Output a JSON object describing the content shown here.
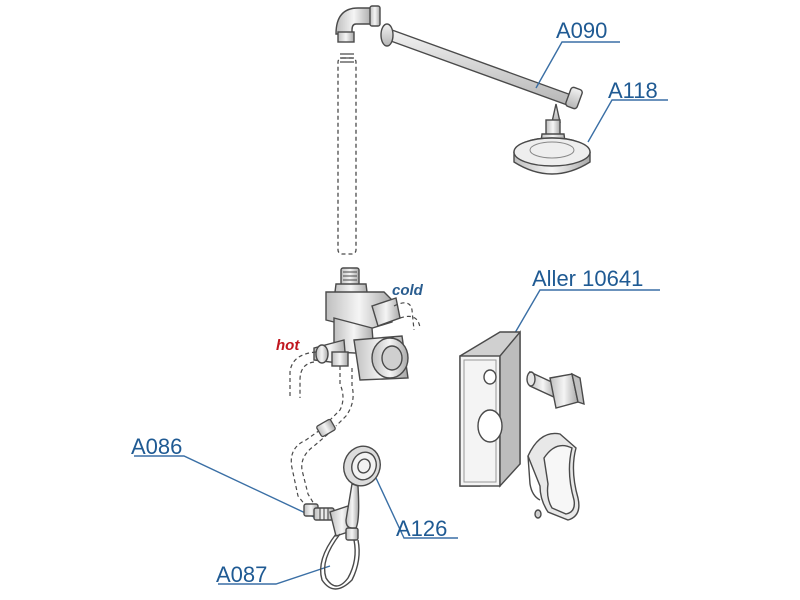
{
  "labels": {
    "a090": "A090",
    "a118": "A118",
    "aller": "Aller 10641",
    "a086": "A086",
    "a126": "A126",
    "a087": "A087",
    "cold": "cold",
    "hot": "hot"
  },
  "colors": {
    "label": "#1f5a93",
    "leader": "#3a6fa5",
    "hot": "#c0161e",
    "cold": "#2a5d8f",
    "line": "#4a4a4a"
  }
}
